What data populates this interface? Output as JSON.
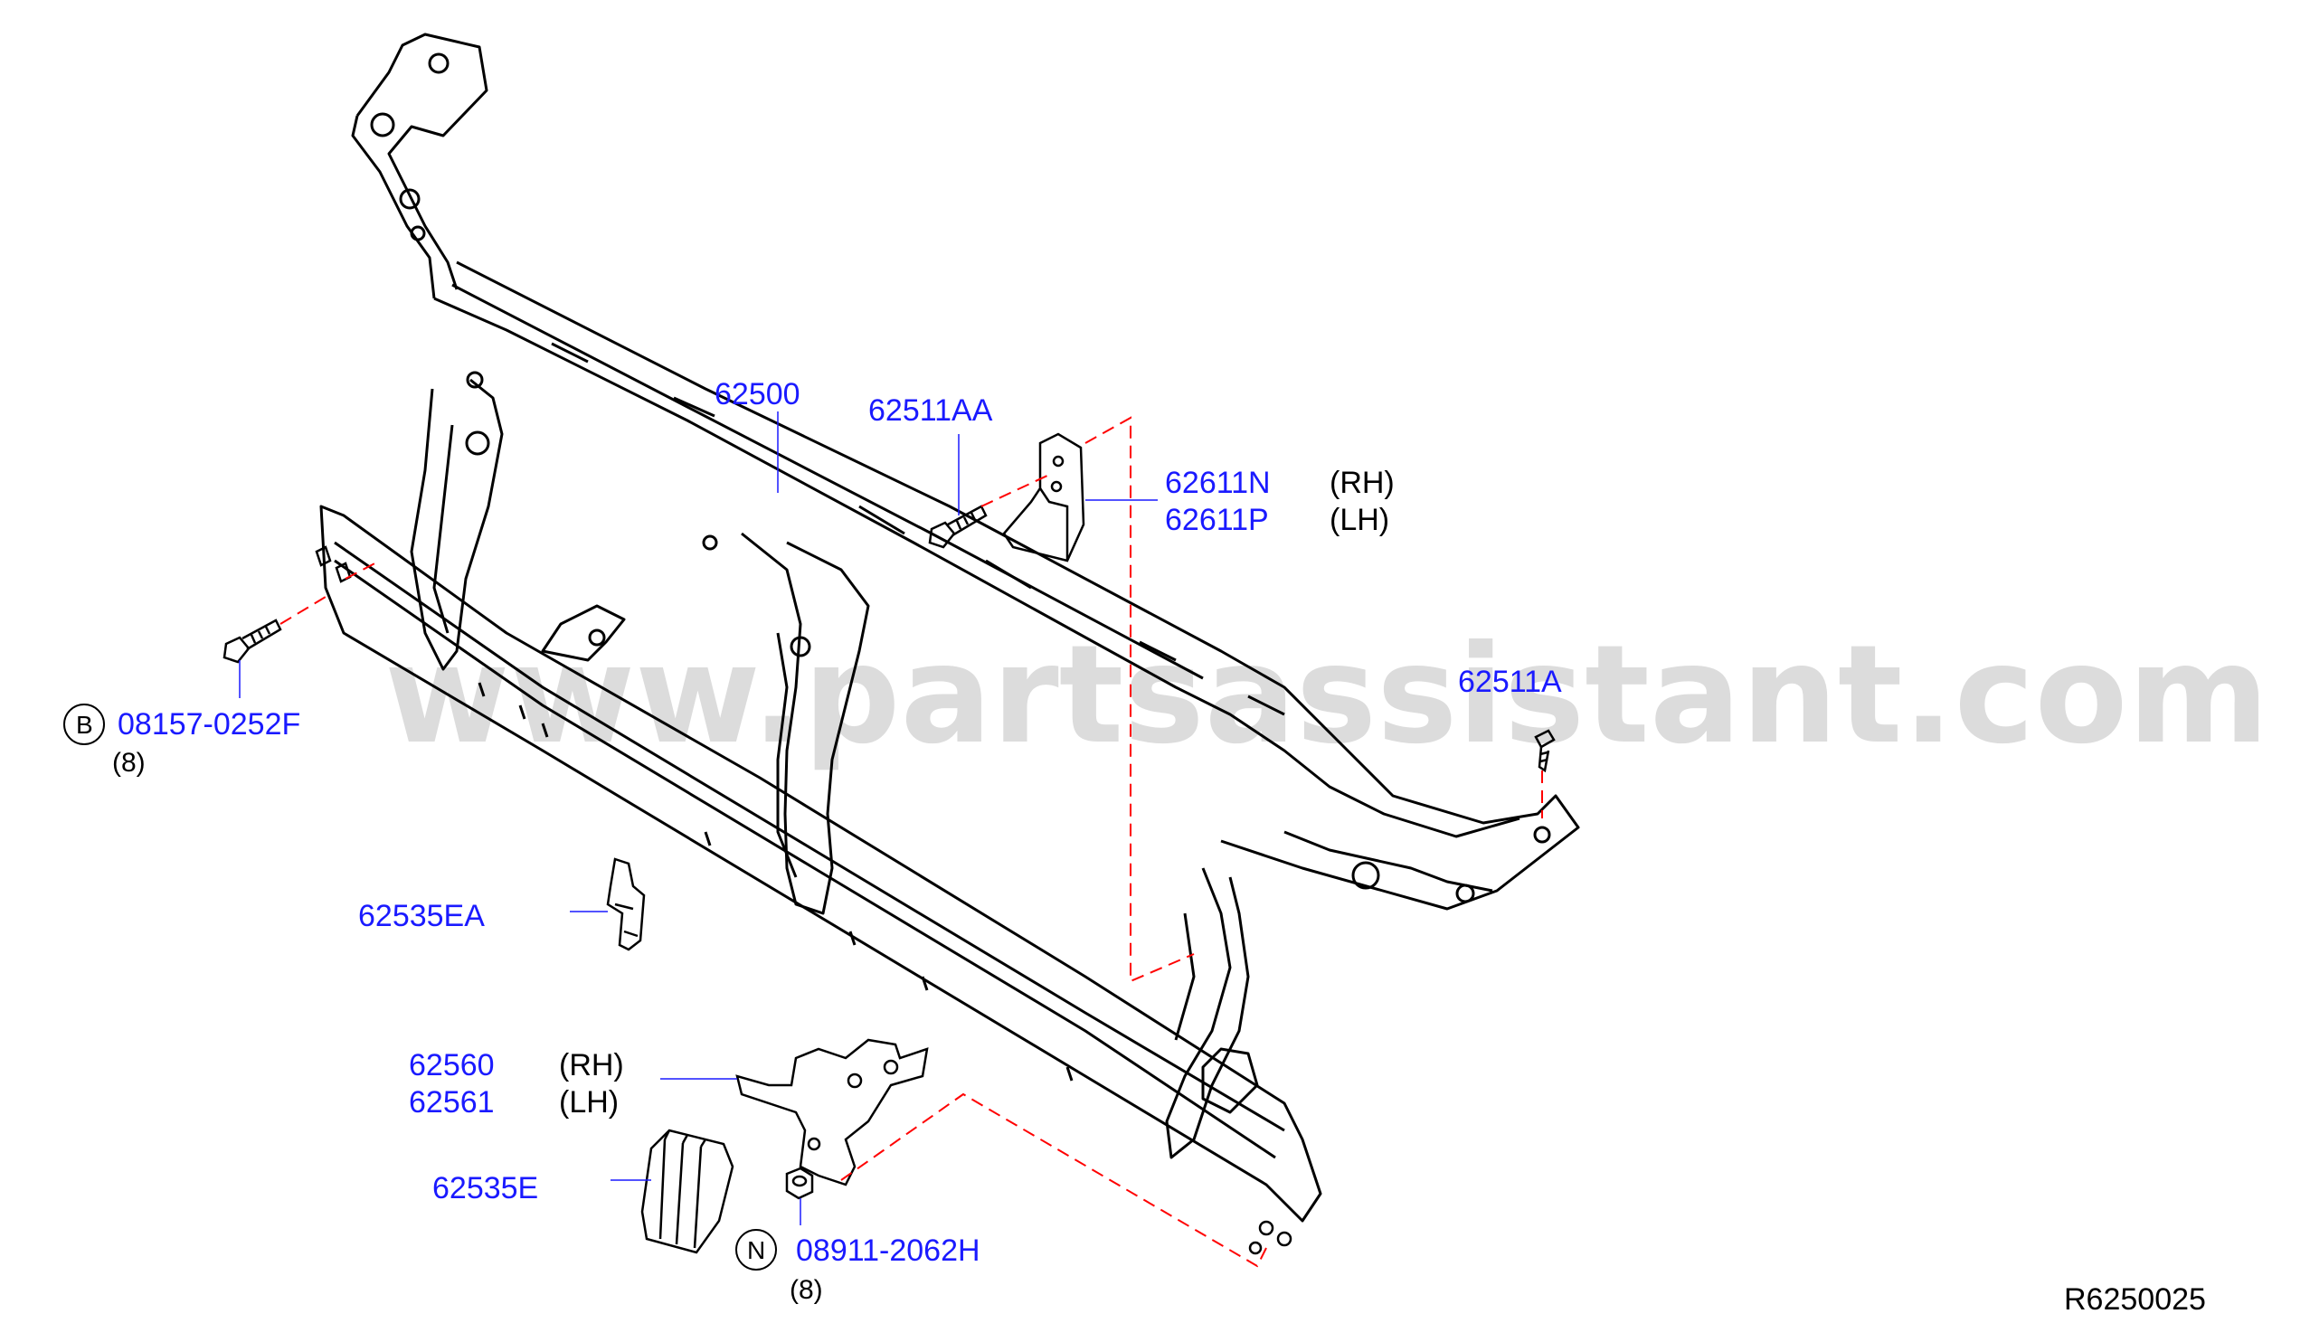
{
  "colors": {
    "part_number": "#1a1aff",
    "text": "#000000",
    "line": "#000000",
    "leader": "#1a1aff",
    "dashed": "#ff0000",
    "watermark": "#dcdcdc"
  },
  "watermark": "www.partsassistant.com",
  "reference_code": "R6250025",
  "parts": {
    "p62500": {
      "number": "62500"
    },
    "p62511AA": {
      "number": "62511AA"
    },
    "p62611N": {
      "number": "62611N",
      "side": "(RH)"
    },
    "p62611P": {
      "number": "62611P",
      "side": "(LH)"
    },
    "p62511A": {
      "number": "62511A"
    },
    "p08157": {
      "number": "08157-0252F",
      "circle": "B",
      "qty": "(8)"
    },
    "p62535EA": {
      "number": "62535EA"
    },
    "p62560": {
      "number": "62560",
      "side": "(RH)"
    },
    "p62561": {
      "number": "62561",
      "side": "(LH)"
    },
    "p62535E": {
      "number": "62535E"
    },
    "p08911": {
      "number": "08911-2062H",
      "circle": "N",
      "qty": "(8)"
    }
  },
  "icons": {
    "bolt": "bolt-icon",
    "screw": "screw-icon",
    "nut": "nut-icon",
    "bracket": "bracket-icon",
    "clip": "clip-icon",
    "radiator_core_support": "radiator-core-support-icon",
    "insulator": "insulator-icon"
  }
}
